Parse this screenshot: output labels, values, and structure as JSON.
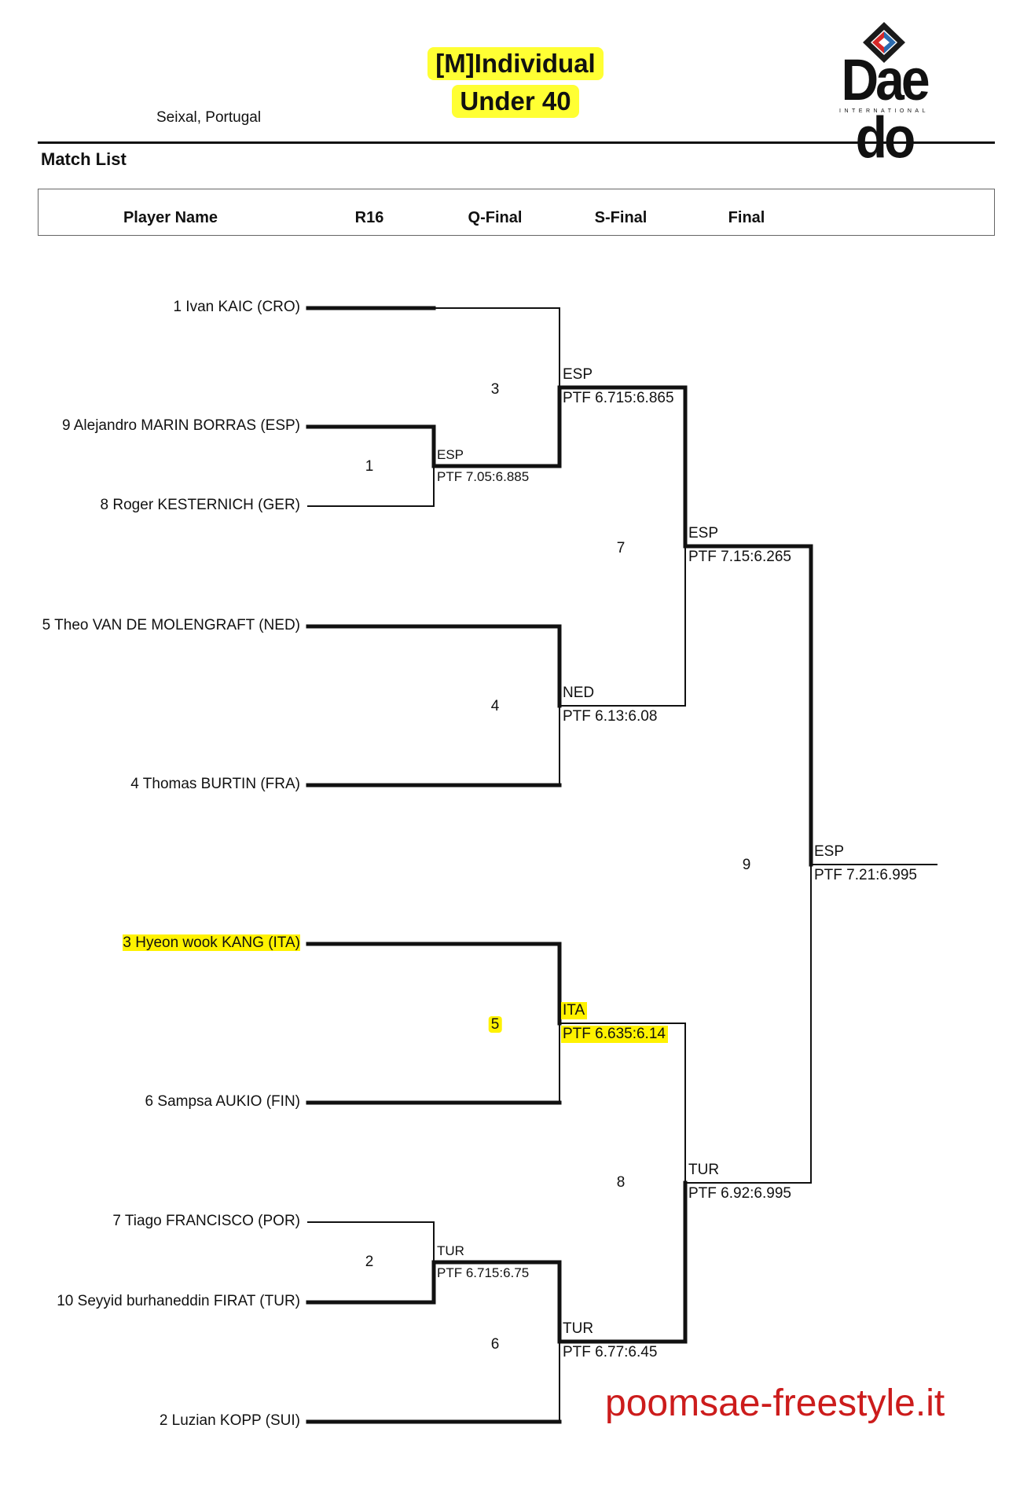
{
  "header": {
    "title_line1": "[M]Individual",
    "title_line2": "Under 40",
    "location": "Seixal, Portugal",
    "logo": {
      "name": "daedo-logo",
      "word": "Dae do",
      "sub": "INTERNATIONAL",
      "colors": [
        "#1a1a1a",
        "#d62828",
        "#2b6cb0"
      ]
    }
  },
  "section_title": "Match List",
  "columns": [
    "Player Name",
    "R16",
    "Q-Final",
    "S-Final",
    "Final"
  ],
  "players": [
    {
      "label": "1 Ivan KAIC (CRO)",
      "highlight": false
    },
    {
      "label": "9 Alejandro MARIN BORRAS (ESP)",
      "highlight": false
    },
    {
      "label": "8 Roger KESTERNICH (GER)",
      "highlight": false
    },
    {
      "label": "5 Theo VAN DE MOLENGRAFT (NED)",
      "highlight": false
    },
    {
      "label": "4 Thomas BURTIN (FRA)",
      "highlight": false
    },
    {
      "label": "3 Hyeon wook KANG (ITA)",
      "highlight": true
    },
    {
      "label": "6 Sampsa AUKIO (FIN)",
      "highlight": false
    },
    {
      "label": "7 Tiago FRANCISCO (POR)",
      "highlight": false
    },
    {
      "label": "10 Seyyid burhaneddin FIRAT (TUR)",
      "highlight": false
    },
    {
      "label": "2 Luzian KOPP (SUI)",
      "highlight": false
    }
  ],
  "matches": [
    {
      "number": "1",
      "winner": "ESP",
      "score": "PTF 7.05:6.885",
      "highlight": false
    },
    {
      "number": "2",
      "winner": "TUR",
      "score": "PTF 6.715:6.75",
      "highlight": false
    },
    {
      "number": "3",
      "winner": "ESP",
      "score": "PTF 6.715:6.865",
      "highlight": false
    },
    {
      "number": "4",
      "winner": "NED",
      "score": "PTF 6.13:6.08",
      "highlight": false
    },
    {
      "number": "5",
      "winner": "ITA",
      "score": "PTF 6.635:6.14",
      "highlight": true
    },
    {
      "number": "6",
      "winner": "TUR",
      "score": "PTF 6.77:6.45",
      "highlight": false
    },
    {
      "number": "7",
      "winner": "ESP",
      "score": "PTF 7.15:6.265",
      "highlight": false
    },
    {
      "number": "8",
      "winner": "TUR",
      "score": "PTF 6.92:6.995",
      "highlight": false
    },
    {
      "number": "9",
      "winner": "ESP",
      "score": "PTF 7.21:6.995",
      "highlight": false
    }
  ],
  "watermark": "poomsae-freestyle.it",
  "colors": {
    "highlight": "#fff200",
    "line": "#111111",
    "watermark": "#cc1c1c"
  }
}
